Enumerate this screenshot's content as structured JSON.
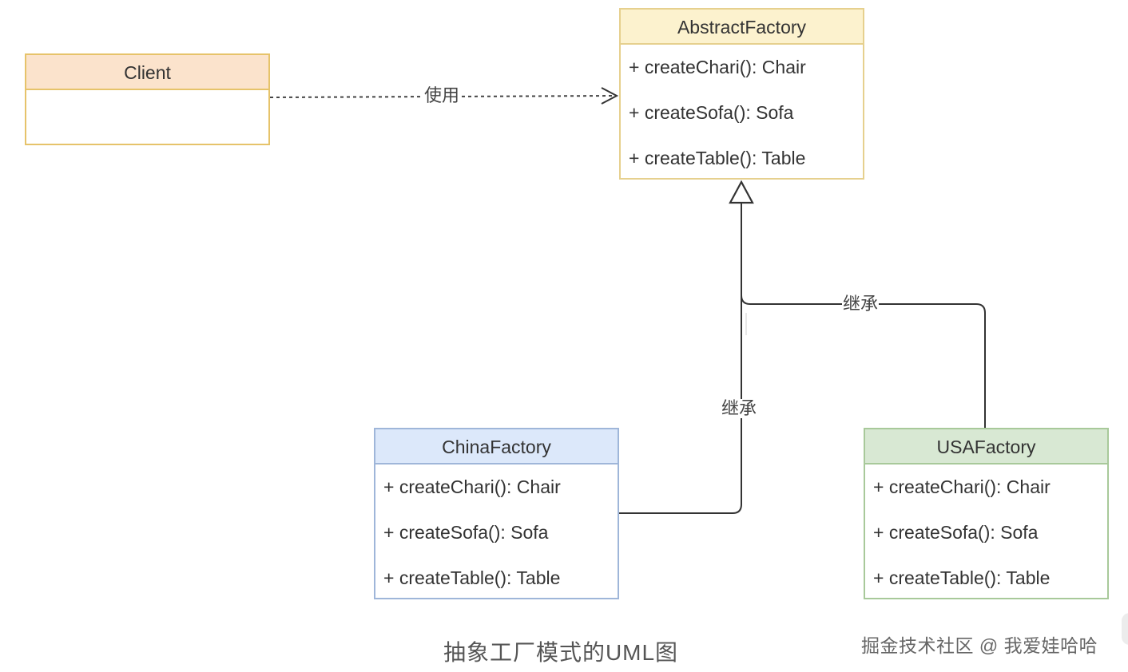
{
  "diagram": {
    "type": "UML class diagram",
    "classes": {
      "client": {
        "name": "Client",
        "methods": [],
        "colors": {
          "fill": "#fbe3cc",
          "stroke": "#e6c36a"
        }
      },
      "abstract_factory": {
        "name": "AbstractFactory",
        "methods": [
          "+ createChari(): Chair",
          "+ createSofa(): Sofa",
          "+ createTable(): Table"
        ],
        "colors": {
          "fill": "#fcf2ce",
          "stroke": "#e6d08e"
        }
      },
      "china_factory": {
        "name": "ChinaFactory",
        "methods": [
          "+ createChari(): Chair",
          "+ createSofa(): Sofa",
          "+ createTable(): Table"
        ],
        "colors": {
          "fill": "#dce8fa",
          "stroke": "#9fb6d9"
        }
      },
      "usa_factory": {
        "name": "USAFactory",
        "methods": [
          "+ createChari(): Chair",
          "+ createSofa(): Sofa",
          "+ createTable(): Table"
        ],
        "colors": {
          "fill": "#d8e8d3",
          "stroke": "#a8c99a"
        }
      }
    },
    "relations": [
      {
        "from": "Client",
        "to": "AbstractFactory",
        "kind": "dependency",
        "label": "使用"
      },
      {
        "from": "USAFactory",
        "to": "AbstractFactory",
        "kind": "inheritance",
        "label": "继承"
      },
      {
        "from": "ChinaFactory",
        "to": "AbstractFactory",
        "kind": "inheritance",
        "label": "继承"
      }
    ],
    "caption": "抽象工厂模式的UML图",
    "watermark": "掘金技术社区 @ 我爱娃哈哈",
    "line_color": "#333333"
  }
}
